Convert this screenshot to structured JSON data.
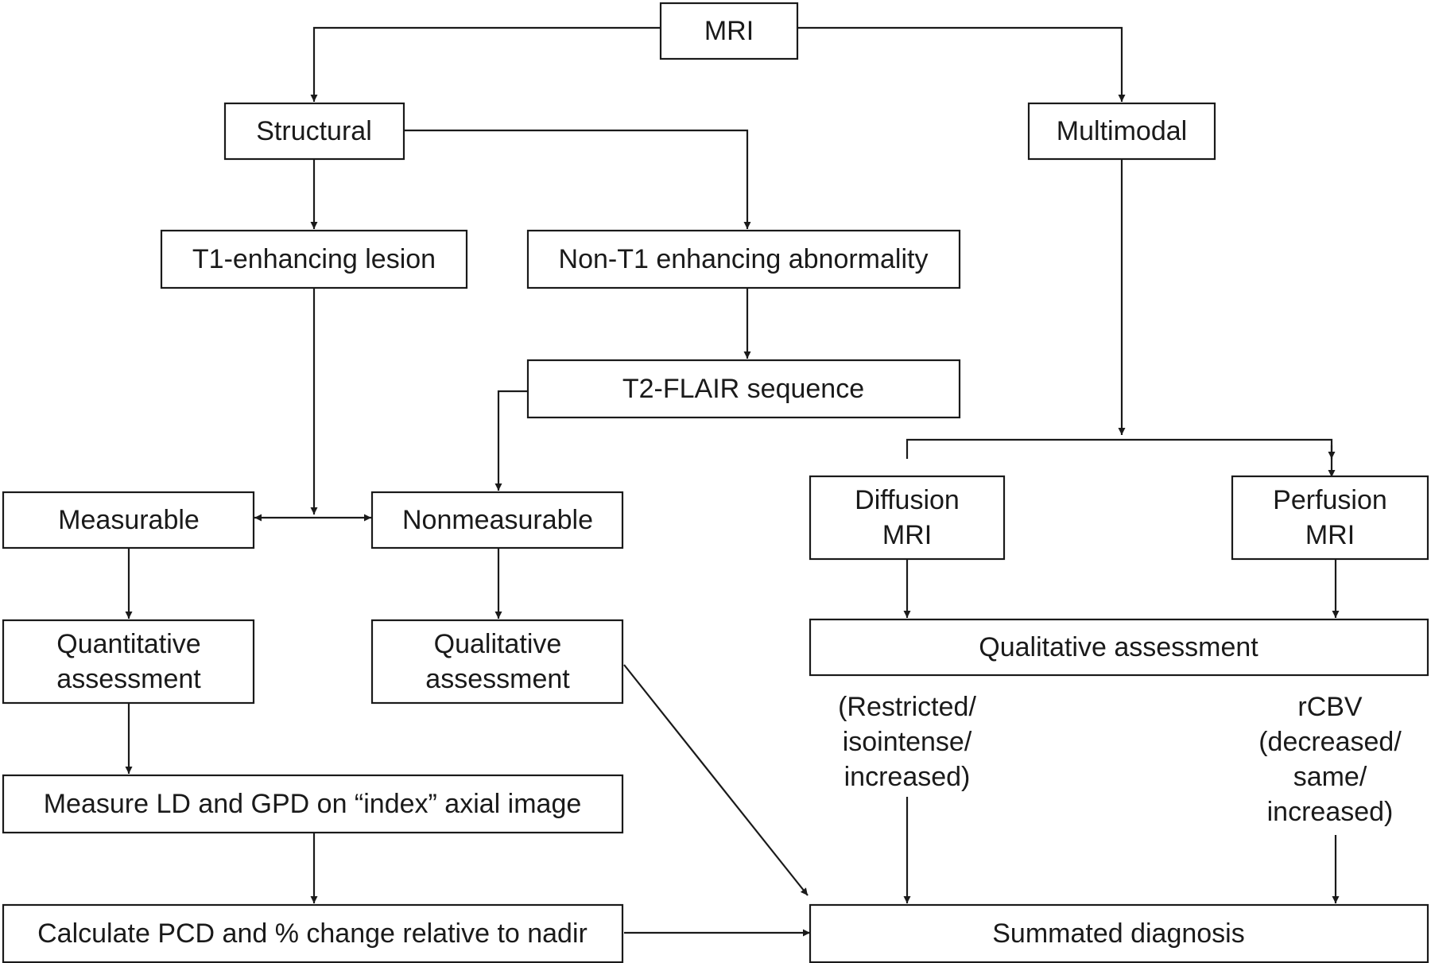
{
  "nodes": {
    "mri": {
      "lines": [
        "MRI"
      ]
    },
    "structural": {
      "lines": [
        "Structural"
      ]
    },
    "multimodal": {
      "lines": [
        "Multimodal"
      ]
    },
    "t1_enhancing": {
      "lines": [
        "T1-enhancing lesion"
      ]
    },
    "non_t1": {
      "lines": [
        "Non-T1 enhancing abnormality"
      ]
    },
    "t2_flair": {
      "lines": [
        "T2-FLAIR sequence"
      ]
    },
    "measurable": {
      "lines": [
        "Measurable"
      ]
    },
    "nonmeasurable": {
      "lines": [
        "Nonmeasurable"
      ]
    },
    "diffusion": {
      "lines": [
        "Diffusion",
        "MRI"
      ]
    },
    "perfusion": {
      "lines": [
        "Perfusion",
        "MRI"
      ]
    },
    "quantitative": {
      "lines": [
        "Quantitative",
        "assessment"
      ]
    },
    "qualitative_left": {
      "lines": [
        "Qualitative",
        "assessment"
      ]
    },
    "qualitative_right": {
      "lines": [
        "Qualitative assessment"
      ]
    },
    "measure_ld": {
      "lines": [
        "Measure LD and GPD on “index” axial image"
      ]
    },
    "calculate_pcd": {
      "lines": [
        "Calculate PCD and % change relative to nadir"
      ]
    },
    "summated": {
      "lines": [
        "Summated diagnosis"
      ]
    }
  },
  "annotations": {
    "diffusion_note": {
      "lines": [
        "(Restricted/",
        "isointense/",
        "increased)"
      ]
    },
    "perfusion_note": {
      "lines": [
        "rCBV",
        "(decreased/",
        "same/",
        "increased)"
      ]
    }
  },
  "colors": {
    "stroke": "#1a1a1a",
    "text": "#1a1a1a",
    "background": "#ffffff"
  }
}
